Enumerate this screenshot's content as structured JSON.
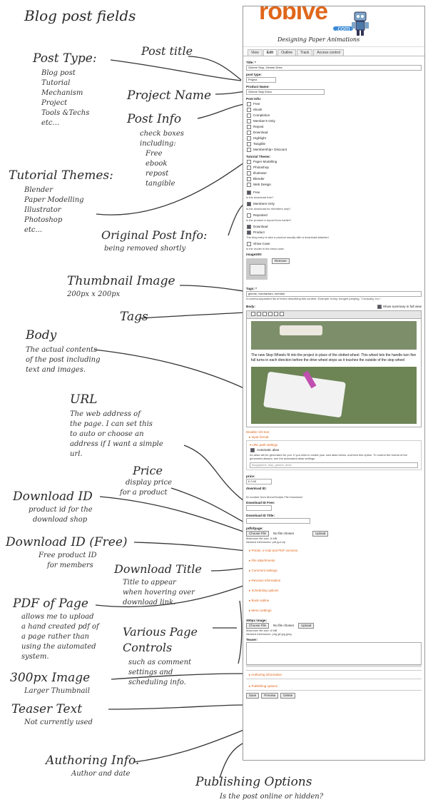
{
  "page": {
    "title": "Blog post fields"
  },
  "annotations": {
    "post_title": {
      "title": "Post title"
    },
    "post_type": {
      "title": "Post Type:",
      "items": [
        "Blog post",
        "Tutorial",
        "Mechanism",
        "Project",
        "Tools &Techs",
        "etc..."
      ]
    },
    "project_name": {
      "title": "Project Name"
    },
    "post_info": {
      "title": "Post Info",
      "lines": [
        "check boxes",
        "including:",
        "Free",
        "ebook",
        "repost",
        "tangible"
      ]
    },
    "tutorial_themes": {
      "title": "Tutorial Themes:",
      "items": [
        "Blender",
        "Paper Modelling",
        "Illustrator",
        "Photoshop",
        "etc..."
      ]
    },
    "original_post_info": {
      "title": "Original Post Info:",
      "sub": "being removed shortly"
    },
    "thumbnail_image": {
      "title": "Thumbnail Image",
      "sub": "200px x 200px"
    },
    "tags": {
      "title": "Tags"
    },
    "body": {
      "title": "Body",
      "lines": [
        "The actual contents",
        "of the post including",
        "text and images."
      ]
    },
    "url": {
      "title": "URL",
      "lines": [
        "The web address of",
        "the page. I can set this",
        "to auto or choose an",
        "address if I want a simple",
        "url."
      ]
    },
    "price": {
      "title": "Price",
      "lines": [
        "display price",
        "for a product"
      ]
    },
    "download_id": {
      "title": "Download ID",
      "lines": [
        "product id for the",
        "download shop"
      ]
    },
    "download_id_free": {
      "title": "Download ID (Free)",
      "lines": [
        "Free product ID",
        "for members"
      ]
    },
    "download_title": {
      "title": "Download Title",
      "lines": [
        "Title to appear",
        "when hovering over",
        "download link."
      ]
    },
    "pdf_of_page": {
      "title": "PDF of Page",
      "lines": [
        "allows me to upload",
        "a hand created pdf of",
        "a page rather than",
        "using the automated",
        "system."
      ]
    },
    "various_page_controls": {
      "title1": "Various Page",
      "title2": "Controls",
      "lines": [
        "such as comment",
        "settings and",
        "scheduling info."
      ]
    },
    "image_300": {
      "title": "300px Image",
      "sub": "Larger Thumbnail"
    },
    "teaser_text": {
      "title": "Teaser Text",
      "sub": "Not currently used"
    },
    "authoring_info": {
      "title": "Authoring Info.",
      "sub": "Author and date"
    },
    "publishing_options": {
      "title": "Publishing Options",
      "sub": "Is the post online or hidden?"
    }
  },
  "screenshot": {
    "logo_text": "robive",
    "logo_suffix": ".com",
    "tagline": "Designing Paper Animations",
    "tabs": [
      "View",
      "Edit",
      "Outline",
      "Track",
      "Access control"
    ],
    "active_tab": "Edit",
    "title_label": "Title: *",
    "title_value": "Gimme Stop, Gimme Drive",
    "post_type_label": "post type:",
    "post_type_value": "Project",
    "product_name_label": "Product Name:",
    "product_name_value": "Gimme Stop Extra",
    "post_info_label": "Post Info:",
    "post_info_options": [
      {
        "label": "Free",
        "checked": false
      },
      {
        "label": "ebook",
        "checked": false
      },
      {
        "label": "Completion",
        "checked": false
      },
      {
        "label": "Member's Only",
        "checked": false
      },
      {
        "label": "Repost",
        "checked": false
      },
      {
        "label": "Download",
        "checked": false
      },
      {
        "label": "Highlight",
        "checked": false
      },
      {
        "label": "Tangible",
        "checked": false
      },
      {
        "label": "Membership+ Discount",
        "checked": false
      }
    ],
    "tutorial_theme_label": "Tutorial Theme:",
    "tutorial_theme_options": [
      {
        "label": "Paper Modelling",
        "checked": false
      },
      {
        "label": "Photoshop",
        "checked": false
      },
      {
        "label": "Illustrator",
        "checked": false
      },
      {
        "label": "Blender",
        "checked": false
      },
      {
        "label": "Web Design",
        "checked": false
      }
    ],
    "original_info": [
      {
        "label": "Free",
        "checked": true,
        "desc": "Is the download free?"
      },
      {
        "label": "Members Only",
        "checked": true,
        "desc": "Is the download for members only?"
      },
      {
        "label": "Reposted",
        "checked": false,
        "desc": "Is the product a repost from earlier?"
      },
      {
        "label": "Download",
        "checked": true,
        "desc": ""
      },
      {
        "label": "Product",
        "checked": true,
        "desc": "The blog entry is also a product usually with a download attached"
      },
      {
        "label": "Show Case",
        "checked": false,
        "desc": "Is the model in the show case."
      }
    ],
    "image200_label": "image200:",
    "remove_button": "Remove",
    "tags_label": "Tags: *",
    "tags_value": "gimme, mechanism, member",
    "tags_desc": "A comma-separated list of terms describing this content. Example: funny, bungee jumping, \"Company, Inc.\".",
    "body_label": "Body:",
    "show_summary": "Show summary in full view",
    "body_text": "The new Stop Wheels fit into the project in place of the slotted wheel. This wheel lets the handle turn five full turns in each direction before the drive wheel stops as it touches the outside of the stop wheel",
    "disable_rich_text": "Disable rich-text",
    "input_format": "Input format",
    "url_path_settings": "URL path settings",
    "automatic_alias": "Automatic alias",
    "alias_desc": "An alias will be generated for you. If you wish to create your own alias below, uncheck this option. To control the format of the generated aliases, see the automated alias settings.",
    "alias_value": "blog/gimme_stop_gimme_drive",
    "price_label": "price:",
    "price_value": "0.00",
    "download_id_label": "download ID:",
    "download_id_desc": "ID number from Mono/Scripts File Download",
    "download_id_free_label": "Download ID Free:",
    "download_id_title_label": "Download ID Title:",
    "pdf_label": "pdfofpage:",
    "choose_file": "Choose File",
    "no_file": "No file chosen",
    "upload_button": "Upload",
    "max_size": "Maximum file size: 8 MB",
    "pdf_ext": "Allowed extensions: pdf ppt zip",
    "page_controls": [
      "Printer, e-mail and PDF versions",
      "File attachments",
      "Comment settings",
      "Revision information",
      "Scheduling options",
      "Book outline",
      "Menu settings"
    ],
    "image300_label": "300px image:",
    "img_ext": "Allowed extensions: png gif jpg jpeg",
    "teaser_label": "Teaser:",
    "authoring_information": "Authoring information",
    "publishing_options": "Publishing options",
    "buttons": [
      "Save",
      "Preview",
      "Delete"
    ]
  }
}
